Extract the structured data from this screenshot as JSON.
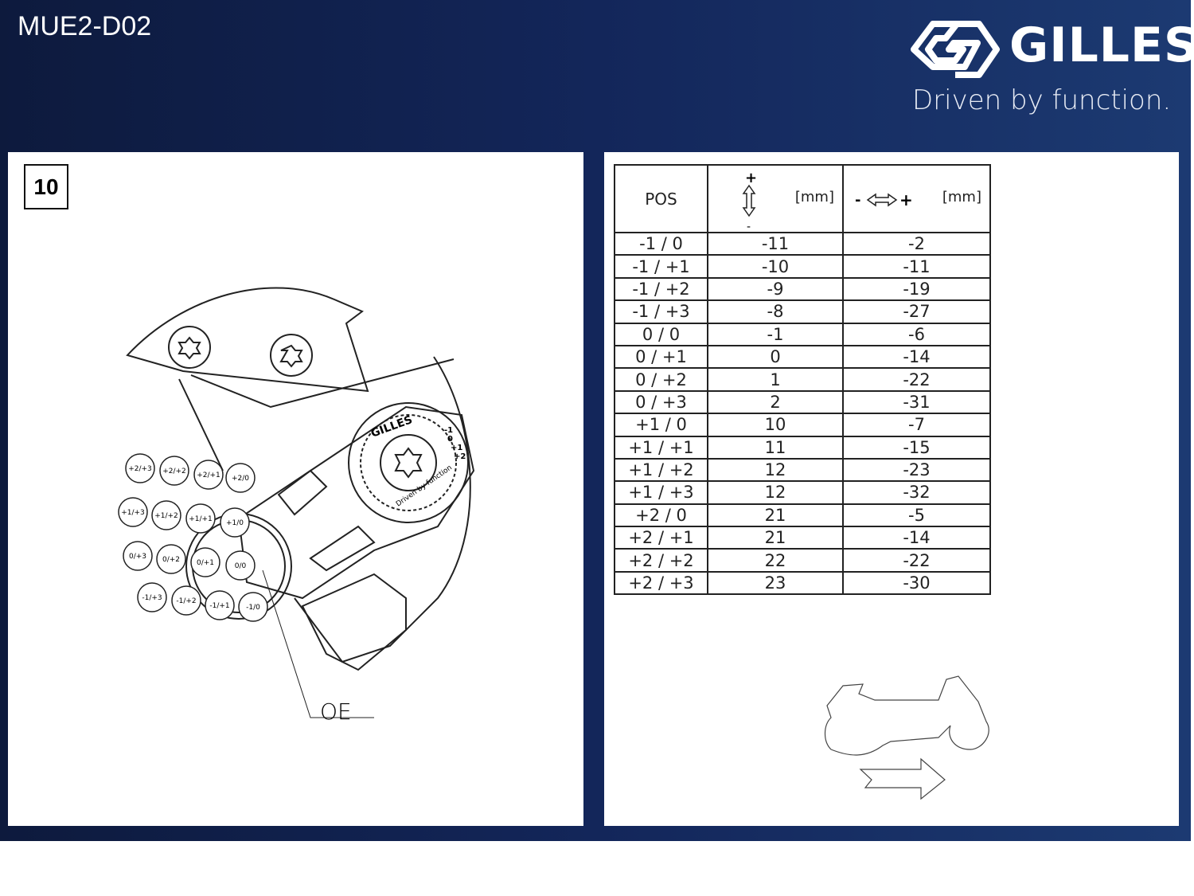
{
  "header": {
    "code": "MUE2-D02",
    "brand": "GILLES",
    "tagline": "Driven by function."
  },
  "step": "10",
  "drawing": {
    "callout": "OE",
    "dial_brand": "GILLES",
    "dial_tagline": "Driven by function",
    "dial_marks": [
      "-1",
      "0",
      "+1",
      "+2"
    ],
    "positions": [
      "+2/+3",
      "+2/+2",
      "+2/+1",
      "+2/0",
      "+1/+3",
      "+1/+2",
      "+1/+1",
      "+1/0",
      "0/+3",
      "0/+2",
      "0/+1",
      "0/0",
      "-1/+3",
      "-1/+2",
      "-1/+1",
      "-1/0"
    ]
  },
  "table": {
    "headers": {
      "pos": "POS",
      "vertical_unit": "[mm]",
      "horizontal_unit": "[mm]",
      "plus": "+",
      "minus": "-"
    },
    "icons": {
      "vertical": "up-down-arrow-icon",
      "horizontal": "left-right-arrow-icon"
    },
    "rows": [
      [
        "-1 / 0",
        "-11",
        "-2"
      ],
      [
        "-1 / +1",
        "-10",
        "-11"
      ],
      [
        "-1 / +2",
        "-9",
        "-19"
      ],
      [
        "-1 / +3",
        "-8",
        "-27"
      ],
      [
        "0 / 0",
        "-1",
        "-6"
      ],
      [
        "0 / +1",
        "0",
        "-14"
      ],
      [
        "0 / +2",
        "1",
        "-22"
      ],
      [
        "0 / +3",
        "2",
        "-31"
      ],
      [
        "+1 / 0",
        "10",
        "-7"
      ],
      [
        "+1 / +1",
        "11",
        "-15"
      ],
      [
        "+1 / +2",
        "12",
        "-23"
      ],
      [
        "+1 / +3",
        "12",
        "-32"
      ],
      [
        "+2 / 0",
        "21",
        "-5"
      ],
      [
        "+2 / +1",
        "21",
        "-14"
      ],
      [
        "+2 / +2",
        "22",
        "-22"
      ],
      [
        "+2 / +3",
        "23",
        "-30"
      ]
    ]
  },
  "colors": {
    "frame": "#13265a",
    "panel": "#ffffff",
    "ink": "#222222"
  }
}
